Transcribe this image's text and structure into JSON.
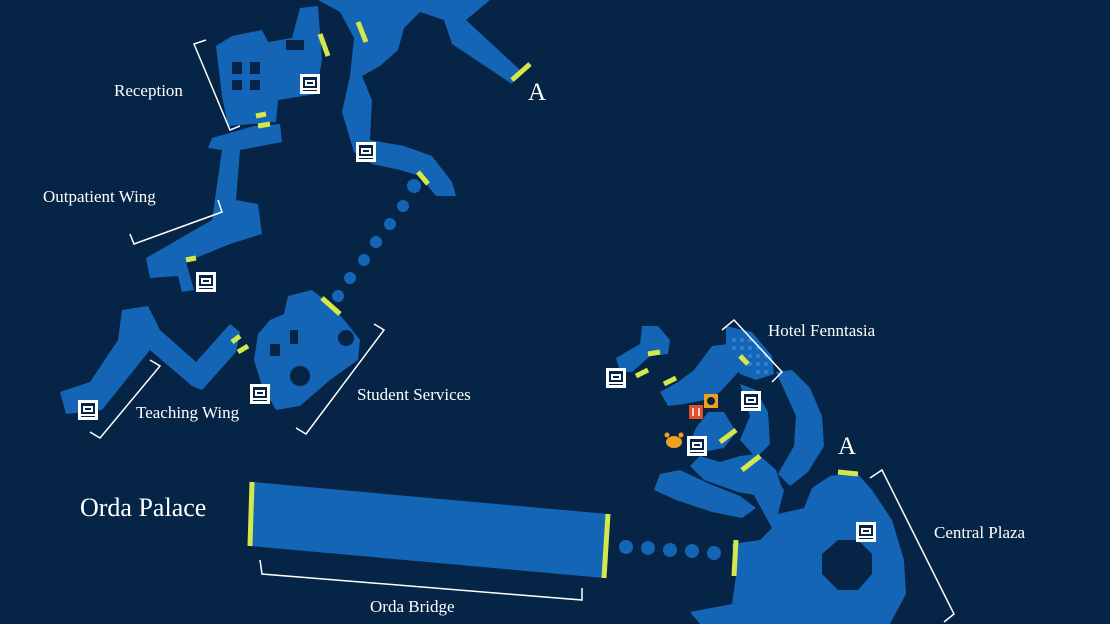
{
  "colors": {
    "background": "#052446",
    "building": "#1565b6",
    "entrance": "#d4e84a",
    "label": "#ffffff",
    "restaurant": "#e2502a",
    "amenity": "#f0a020"
  },
  "areas": {
    "reception": "Reception",
    "outpatient_wing": "Outpatient Wing",
    "teaching_wing": "Teaching Wing",
    "student_services": "Student Services",
    "hotel": "Hotel Fenntasia",
    "central_plaza": "Central Plaza",
    "orda_palace": "Orda Palace",
    "orda_bridge": "Orda Bridge"
  },
  "markers": {
    "north_a": "A",
    "plaza_a": "A"
  },
  "icons": {
    "elevator": "elevator-icon",
    "restaurant": "restaurant-icon",
    "cafe": "cafe-icon",
    "pet": "pet-icon"
  }
}
